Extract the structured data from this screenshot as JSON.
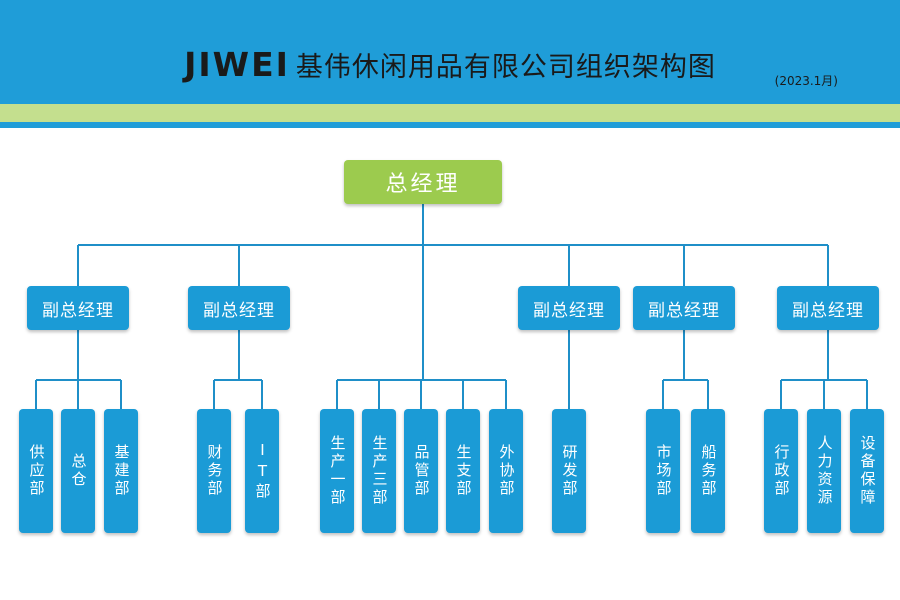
{
  "header": {
    "brand": "JIWEI",
    "title": "基伟休闲用品有限公司组织架构图",
    "date": "(2023.1月)"
  },
  "colors": {
    "header_blue": "#1f9dd8",
    "stripe_green": "#c4df8e",
    "top_box_green": "#9ccb4e",
    "box_blue": "#1b9bd6",
    "connector_blue": "#1f8fc8"
  },
  "org": {
    "top": "总经理",
    "vps": [
      {
        "label": "副总经理",
        "depts": [
          "供应部",
          "总仓",
          "基建部"
        ]
      },
      {
        "label": "副总经理",
        "depts": [
          "财务部",
          "IT部"
        ]
      },
      {
        "label": "",
        "depts": [
          "生产一部",
          "生产三部",
          "品管部",
          "生支部",
          "外协部"
        ]
      },
      {
        "label": "副总经理",
        "depts": [
          "研发部"
        ]
      },
      {
        "label": "副总经理",
        "depts": [
          "市场部",
          "船务部"
        ]
      },
      {
        "label": "副总经理",
        "depts": [
          "行政部",
          "人力资源",
          "设备保障"
        ]
      }
    ]
  }
}
